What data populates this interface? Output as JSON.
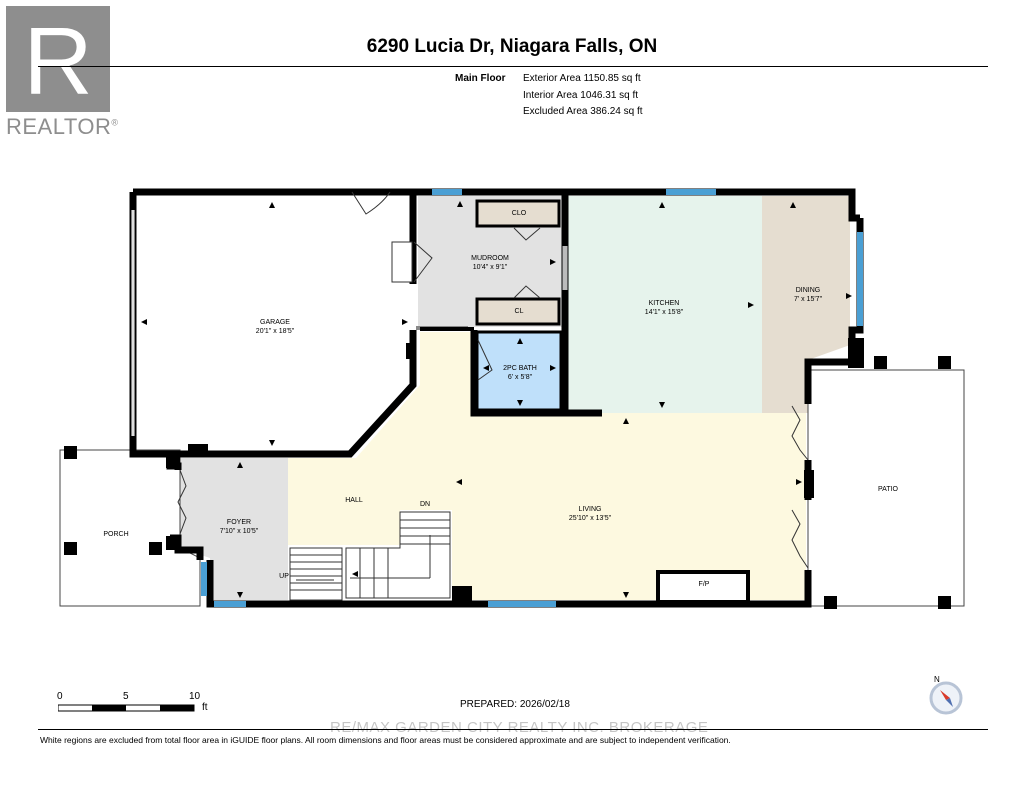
{
  "title": "6290 Lucia Dr, Niagara Falls, ON",
  "floor": {
    "label": "Main Floor",
    "exterior": "Exterior Area 1150.85 sq ft",
    "interior": "Interior Area 1046.31 sq ft",
    "excluded": "Excluded Area 386.24 sq ft"
  },
  "brand": {
    "logo_letter": "R",
    "name": "REALTOR",
    "mark": "®"
  },
  "rooms": {
    "garage": {
      "name": "GARAGE",
      "dim": "20'1\" x 18'5\""
    },
    "mudroom": {
      "name": "MUDROOM",
      "dim": "10'4\" x 9'1\""
    },
    "clo": {
      "name": "CLO"
    },
    "cl": {
      "name": "CL"
    },
    "kitchen": {
      "name": "KITCHEN",
      "dim": "14'1\" x 15'8\""
    },
    "dining": {
      "name": "DINING",
      "dim": "7' x 15'7\""
    },
    "bath": {
      "name": "2PC BATH",
      "dim": "6' x 5'8\""
    },
    "hall": {
      "name": "HALL"
    },
    "dn": {
      "name": "DN"
    },
    "up": {
      "name": "UP"
    },
    "living": {
      "name": "LIVING",
      "dim": "25'10\" x 13'5\""
    },
    "foyer": {
      "name": "FOYER",
      "dim": "7'10\" x 10'5\""
    },
    "porch": {
      "name": "PORCH"
    },
    "patio": {
      "name": "PATIO"
    },
    "fp": {
      "name": "F/P"
    }
  },
  "scale": {
    "zero": "0",
    "five": "5",
    "ten": "10",
    "unit": "ft"
  },
  "compass": {
    "label": "N"
  },
  "prepared": "PREPARED: 2026/02/18",
  "watermark": "RE/MAX GARDEN CITY REALTY INC. BROKERAGE",
  "disclaimer": "White regions are excluded from total floor area in iGUIDE floor plans. All room dimensions and floor areas must be considered approximate and are subject to independent verification.",
  "colors": {
    "kitchen": "#e6f3ec",
    "dining": "#e5ddd0",
    "closet": "#e5ddd0",
    "bath": "#bfe0fa",
    "mudroom": "#e2e2e2",
    "foyer": "#e2e2e2",
    "living": "#fdf9e0",
    "garage": "#ffffff",
    "window": "#4a9fd4",
    "wall": "#000000"
  }
}
